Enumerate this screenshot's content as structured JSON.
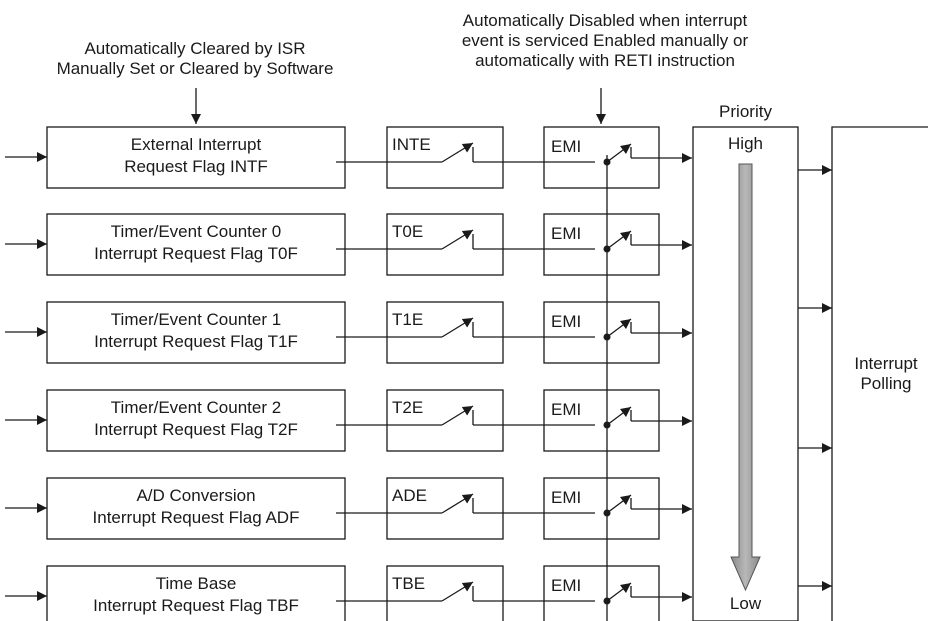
{
  "notes": {
    "flag_note": [
      "Automatically Cleared by ISR",
      "Manually Set or Cleared by Software"
    ],
    "emi_note": [
      "Automatically Disabled when interrupt",
      "event is serviced Enabled manually or",
      "automatically with RETI instruction"
    ]
  },
  "sources": [
    {
      "flag": [
        "External Interrupt",
        "Request Flag INTF"
      ],
      "enable": "INTE",
      "master": "EMI"
    },
    {
      "flag": [
        "Timer/Event Counter 0",
        "Interrupt Request Flag T0F"
      ],
      "enable": "T0E",
      "master": "EMI"
    },
    {
      "flag": [
        "Timer/Event Counter 1",
        "Interrupt Request Flag T1F"
      ],
      "enable": "T1E",
      "master": "EMI"
    },
    {
      "flag": [
        "Timer/Event Counter 2",
        "Interrupt Request Flag T2F"
      ],
      "enable": "T2E",
      "master": "EMI"
    },
    {
      "flag": [
        "A/D Conversion",
        "Interrupt Request Flag ADF"
      ],
      "enable": "ADE",
      "master": "EMI"
    },
    {
      "flag": [
        "Time Base",
        "Interrupt Request Flag TBF"
      ],
      "enable": "TBE",
      "master": "EMI"
    }
  ],
  "priority": {
    "title": "Priority",
    "high": "High",
    "low": "Low"
  },
  "polling": [
    "Interrupt",
    "Polling"
  ]
}
